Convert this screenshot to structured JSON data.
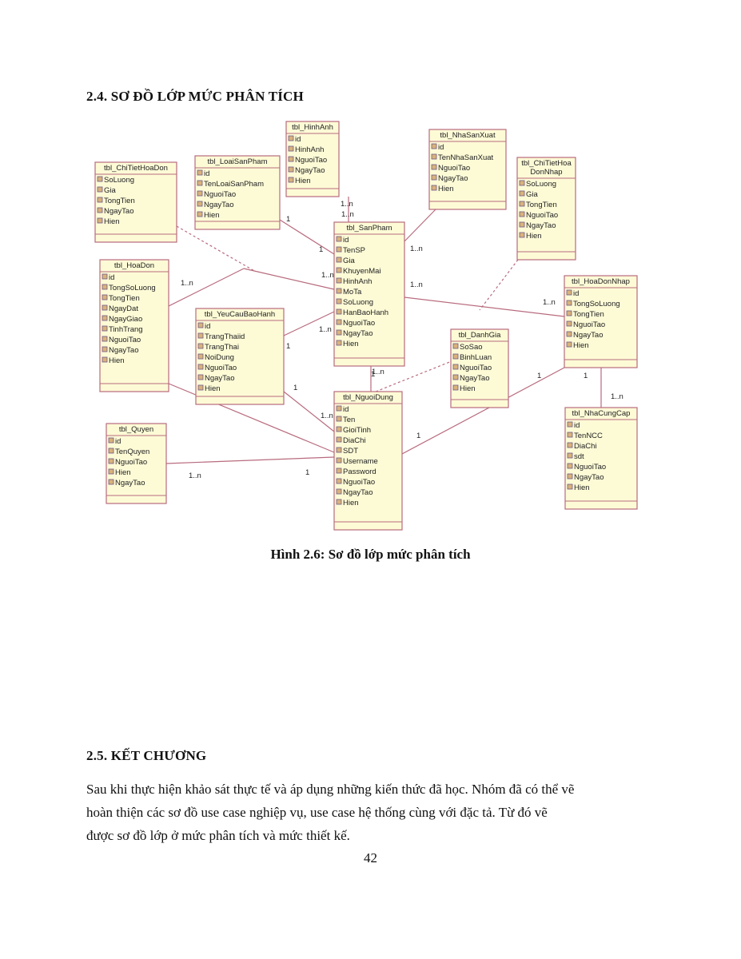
{
  "heading_analysis": "2.4. SƠ ĐỒ LỚP MỨC PHÂN TÍCH",
  "figure_caption": "Hình 2.6: Sơ đồ lớp mức phân tích",
  "heading_conclusion": "2.5. KẾT CHƯƠNG",
  "conclusion_lines": [
    "Sau khi thực hiện khảo sát thực tế và áp dụng những kiến thức đã học. Nhóm đã có thể vẽ",
    "hoàn thiện các sơ đồ use case nghiệp vụ, use case hệ thống cùng với đặc tả. Từ đó vẽ",
    "được sơ đồ lớp ở mức phân tích và mức thiết kế."
  ],
  "page_number": "42",
  "diagram": {
    "classes": [
      {
        "id": "ChiTietHoaDon",
        "title": [
          "tbl_ChiTietHoaDon"
        ],
        "attrs": [
          "SoLuong",
          "Gia",
          "TongTien",
          "NgayTao",
          "Hien"
        ]
      },
      {
        "id": "LoaiSanPham",
        "title": [
          "tbl_LoaiSanPham"
        ],
        "attrs": [
          "id",
          "TenLoaiSanPham",
          "NguoiTao",
          "NgayTao",
          "Hien"
        ]
      },
      {
        "id": "HinhAnh",
        "title": [
          "tbl_HinhAnh"
        ],
        "attrs": [
          "id",
          "HinhAnh",
          "NguoiTao",
          "NgayTao",
          "Hien"
        ]
      },
      {
        "id": "NhaSanXuat",
        "title": [
          "tbl_NhaSanXuat"
        ],
        "attrs": [
          "id",
          "TenNhaSanXuat",
          "NguoiTao",
          "NgayTao",
          "Hien"
        ]
      },
      {
        "id": "ChiTietHoaDonNhap",
        "title": [
          "tbl_ChiTietHoa",
          "DonNhap"
        ],
        "attrs": [
          "SoLuong",
          "Gia",
          "TongTien",
          "NguoiTao",
          "NgayTao",
          "Hien"
        ]
      },
      {
        "id": "SanPham",
        "title": [
          "tbl_SanPham"
        ],
        "attrs": [
          "id",
          "TenSP",
          "Gia",
          "KhuyenMai",
          "HinhAnh",
          "MoTa",
          "SoLuong",
          "HanBaoHanh",
          "NguoiTao",
          "NgayTao",
          "Hien"
        ]
      },
      {
        "id": "HoaDon",
        "title": [
          "tbl_HoaDon"
        ],
        "attrs": [
          "id",
          "TongSoLuong",
          "TongTien",
          "NgayDat",
          "NgayGiao",
          "TinhTrang",
          "NguoiTao",
          "NgayTao",
          "Hien"
        ]
      },
      {
        "id": "YeuCauBaoHanh",
        "title": [
          "tbl_YeuCauBaoHanh"
        ],
        "attrs": [
          "id",
          "TrangThaiid",
          "TrangThai",
          "NoiDung",
          "NguoiTao",
          "NgayTao",
          "Hien"
        ]
      },
      {
        "id": "HoaDonNhap",
        "title": [
          "tbl_HoaDonNhap"
        ],
        "attrs": [
          "id",
          "TongSoLuong",
          "TongTien",
          "NguoiTao",
          "NgayTao",
          "Hien"
        ]
      },
      {
        "id": "DanhGia",
        "title": [
          "tbl_DanhGia"
        ],
        "attrs": [
          "SoSao",
          "BinhLuan",
          "NguoiTao",
          "NgayTao",
          "Hien"
        ]
      },
      {
        "id": "NguoiDung",
        "title": [
          "tbl_NguoiDung"
        ],
        "attrs": [
          "id",
          "Ten",
          "GioiTinh",
          "DiaChi",
          "SDT",
          "Username",
          "Password",
          "NguoiTao",
          "NgayTao",
          "Hien"
        ]
      },
      {
        "id": "Quyen",
        "title": [
          "tbl_Quyen"
        ],
        "attrs": [
          "id",
          "TenQuyen",
          "NguoiTao",
          "Hien",
          "NgayTao"
        ]
      },
      {
        "id": "NhaCungCap",
        "title": [
          "tbl_NhaCungCap"
        ],
        "attrs": [
          "id",
          "TenNCC",
          "DiaChi",
          "sdt",
          "NguoiTao",
          "NgayTao",
          "Hien"
        ]
      }
    ],
    "multiplicities": [
      "1..n",
      "1",
      "1..n",
      "1..n",
      "1",
      "1..n",
      "1..n",
      "1..n",
      "1..n",
      "1",
      "1..n",
      "1..n",
      "1",
      "1..n",
      "1",
      "1..n",
      "1",
      "1",
      "1",
      "1..n",
      "1"
    ],
    "line_color": "#b86b7e",
    "box_fill": "#fdfbd6",
    "box_border": "#b86b7e"
  }
}
